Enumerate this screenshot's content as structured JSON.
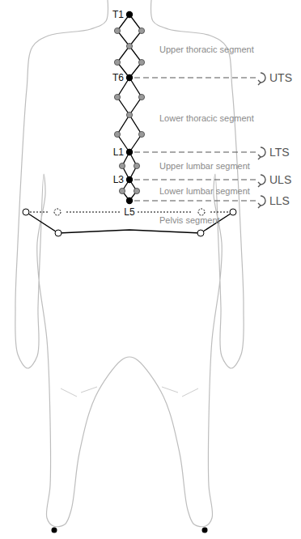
{
  "diagram": {
    "labels": [
      "T1",
      "Upper thoracic segment",
      "T6",
      "UTS",
      "Lower thoracic segment",
      "L1",
      "LTS",
      "Upper lumbar segment",
      "L3",
      "ULS",
      "Lower lumbar segment",
      "LLS",
      "L5",
      "Pelvis segment"
    ]
  }
}
